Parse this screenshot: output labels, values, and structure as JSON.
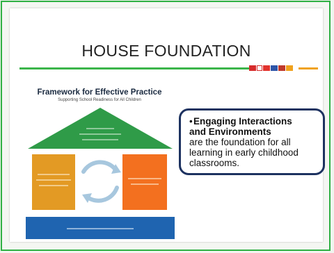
{
  "slide": {
    "title": "HOUSE FOUNDATION",
    "framework_title": "Framework for Effective Practice",
    "framework_subtitle": "Supporting School Readiness for All Children",
    "callout_heading_line1": "Engaging Interactions",
    "callout_heading_line2": "and Environments",
    "callout_body_line1": "are the foundation for all",
    "callout_body_line2": "learning in early childhood",
    "callout_body_line3": "classrooms."
  },
  "colors": {
    "frame_border": "#2fb043",
    "rule_green": "#3bb54a",
    "roof": "#2f9b48",
    "left_block": "#e39a24",
    "right_block": "#f3701f",
    "foundation": "#1f64b0",
    "callout_border": "#1d3260"
  }
}
